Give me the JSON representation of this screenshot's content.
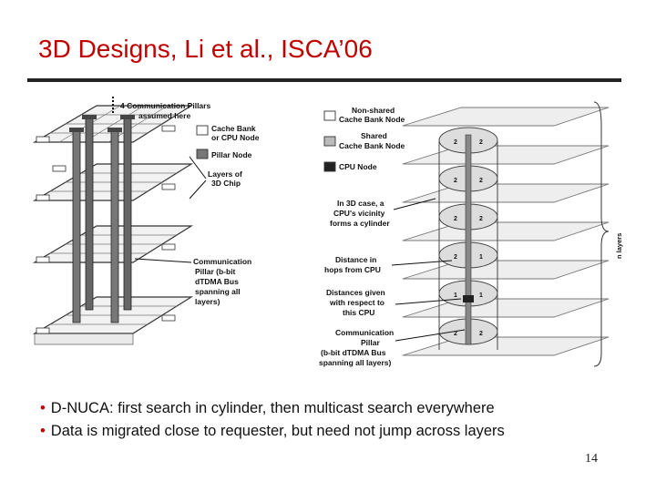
{
  "title": "3D Designs, Li et al., ISCA’06",
  "figure": {
    "left": {
      "pillars_note_line1": "4 Communication Pillars",
      "pillars_note_line2": "assumed here",
      "legend_cache_line1": "Cache Bank",
      "legend_cache_line2": "or CPU Node",
      "legend_pillar": "Pillar Node",
      "layers_line1": "Layers of",
      "layers_line2": "3D Chip",
      "comm_line1": "Communication",
      "comm_line2": "Pillar (b-bit",
      "comm_line3": "dTDMA Bus",
      "comm_line4": "spanning all",
      "comm_line5": "layers)"
    },
    "right": {
      "nonshared_line1": "Non-shared",
      "nonshared_line2": "Cache Bank Node",
      "shared_line1": "Shared",
      "shared_line2": "Cache Bank Node",
      "cpu": "CPU Node",
      "cyl_line1": "In 3D case, a",
      "cyl_line2": "CPU's vicinity",
      "cyl_line3": "forms a cylinder",
      "dist_line1": "Distance in",
      "dist_line2": "hops from CPU",
      "given_line1": "Distances given",
      "given_line2": "with respect to",
      "given_line3": "this CPU",
      "comm_line1": "Communication",
      "comm_line2": "Pillar",
      "comm_line3": "(b-bit dTDMA Bus",
      "comm_line4": "spanning all layers)",
      "n_layers": "n layers"
    }
  },
  "bullets": [
    "D-NUCA: first search in cylinder, then multicast search everywhere",
    "Data is migrated close to requester, but need not jump across layers"
  ],
  "page_number": "14"
}
